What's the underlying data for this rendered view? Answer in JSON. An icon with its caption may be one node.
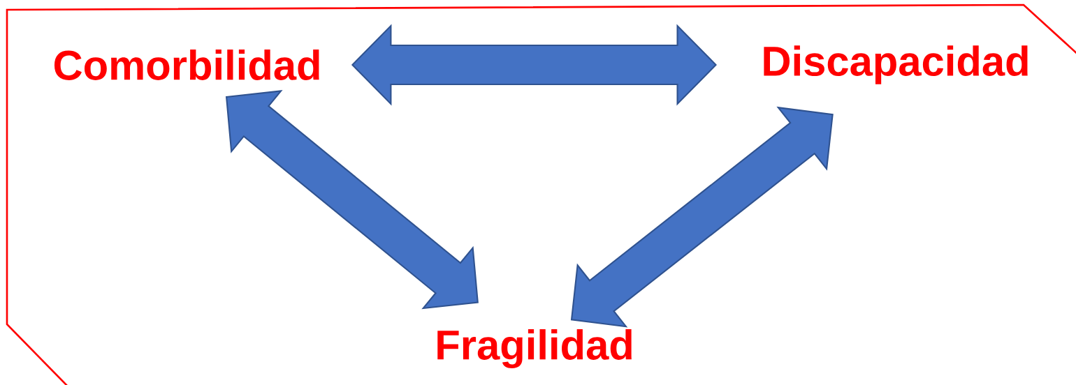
{
  "diagram": {
    "nodes": [
      {
        "text": [
          "Comorbilidad"
        ]
      },
      {
        "text": [
          "Discapacidad"
        ]
      },
      {
        "text": [
          "Fragilidad"
        ]
      }
    ],
    "edges": [
      {
        "from": 0,
        "to": 1,
        "arrow": "both"
      },
      {
        "from": 0,
        "to": 2,
        "arrow": "both"
      },
      {
        "from": 1,
        "to": 2,
        "arrow": "both"
      }
    ]
  }
}
